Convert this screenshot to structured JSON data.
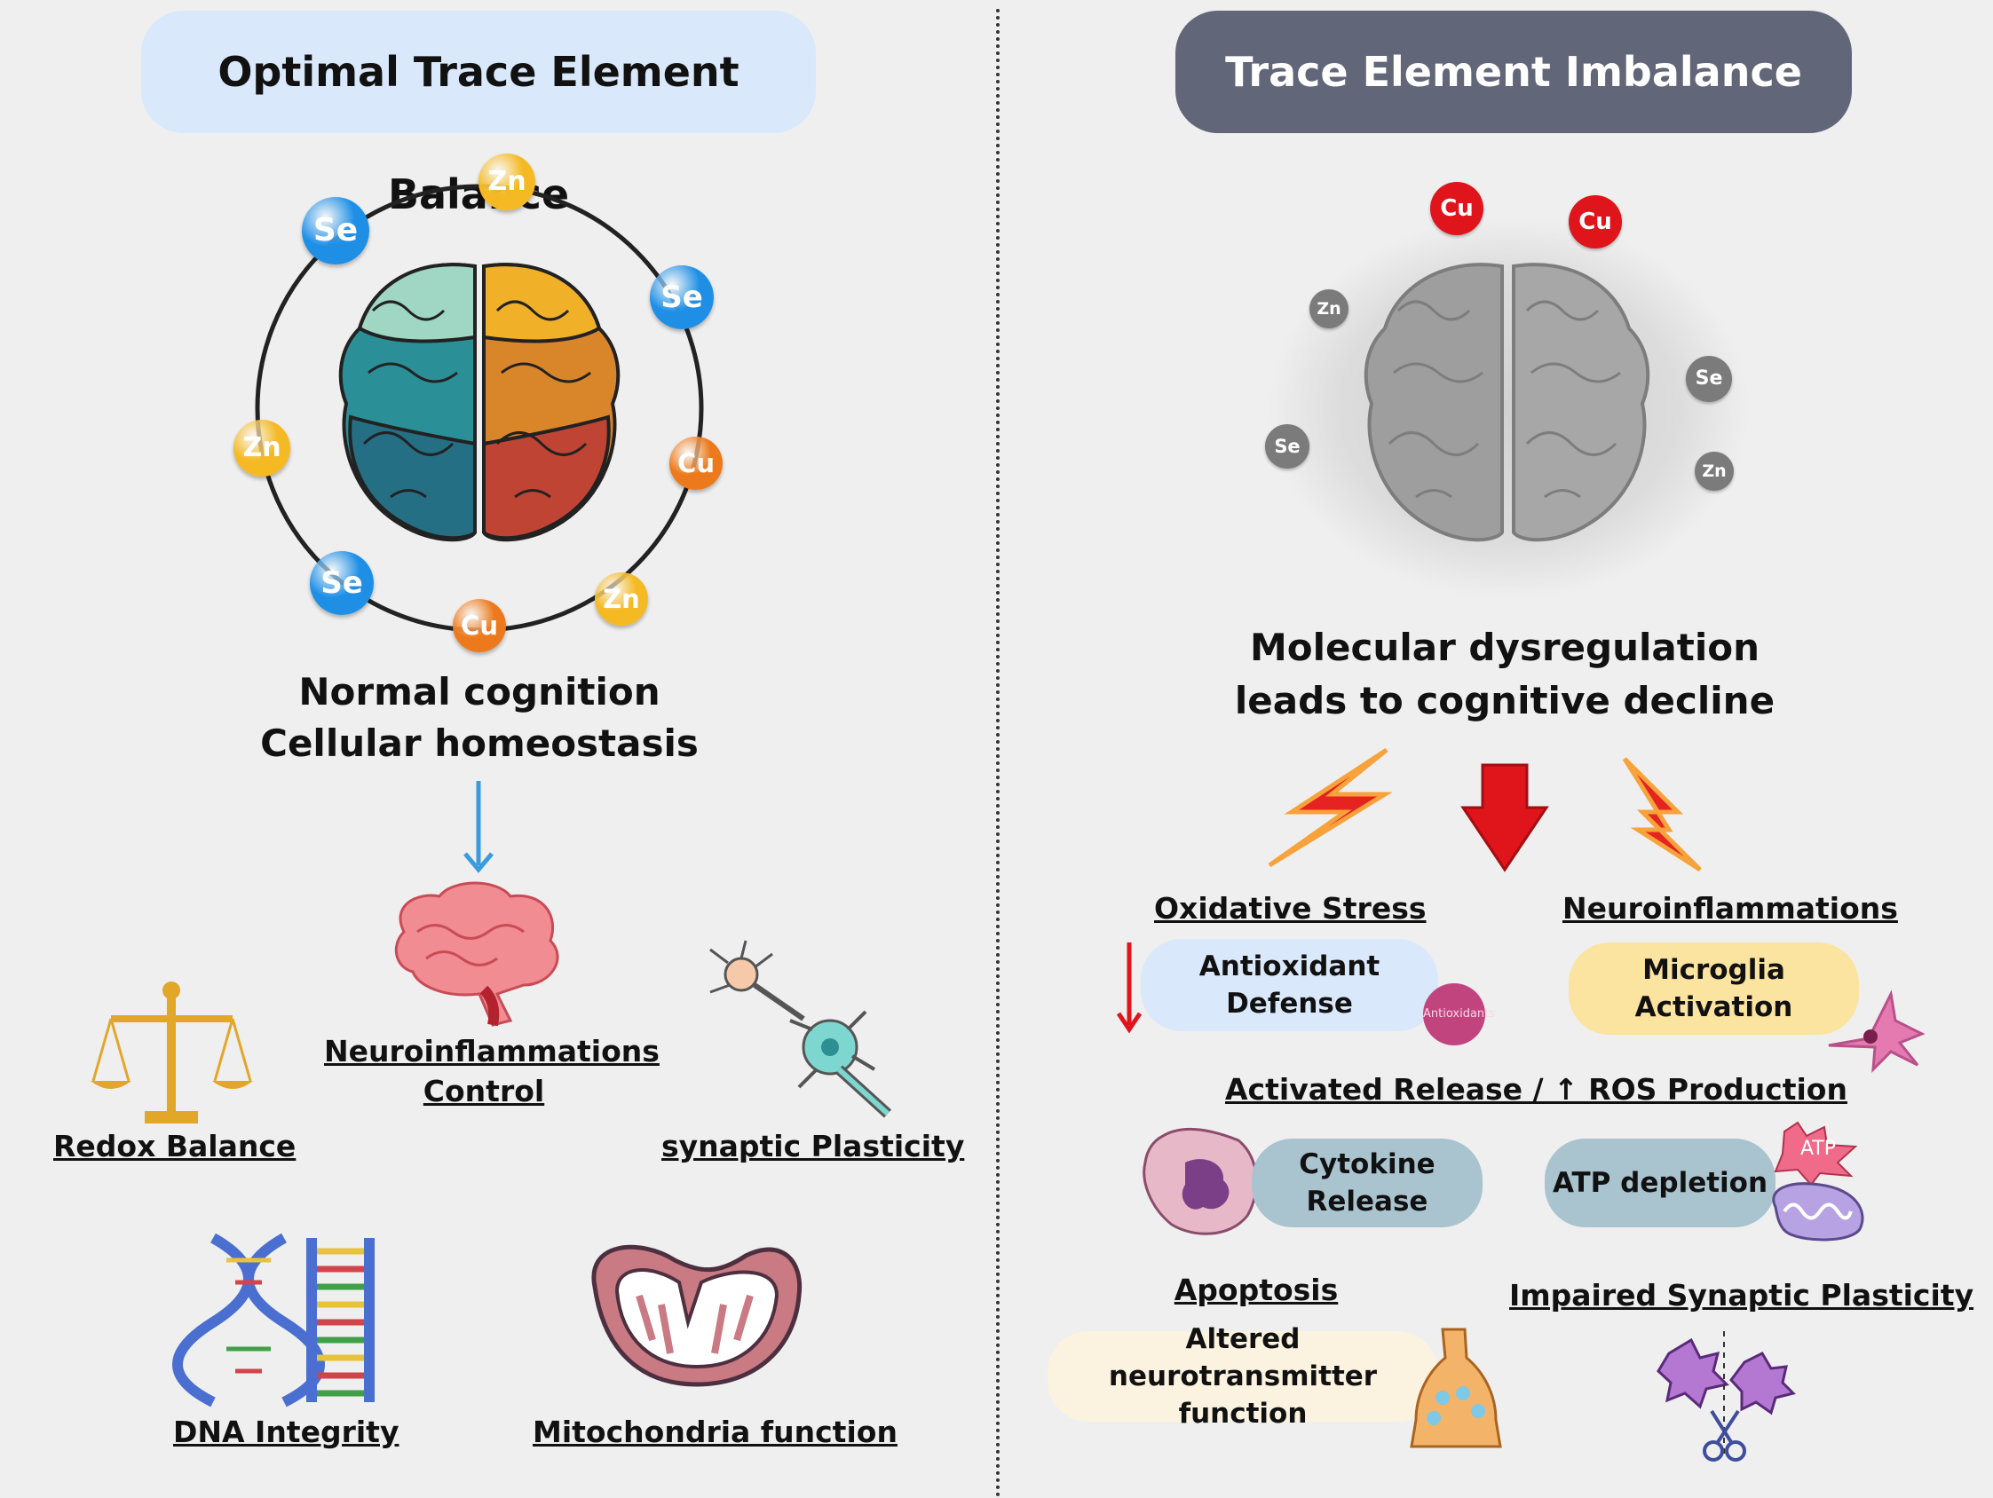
{
  "left": {
    "title": "Optimal Trace Element Balance",
    "heading_line1": "Normal cognition",
    "heading_line2": "Cellular homeostasis",
    "ring_elements": [
      {
        "symbol": "Zn",
        "color": "#f5b923"
      },
      {
        "symbol": "Se",
        "color": "#1f8fe6"
      },
      {
        "symbol": "Se",
        "color": "#1f8fe6"
      },
      {
        "symbol": "Zn",
        "color": "#f5b923"
      },
      {
        "symbol": "Cu",
        "color": "#ec7a1c"
      },
      {
        "symbol": "Se",
        "color": "#1f8fe6"
      },
      {
        "symbol": "Cu",
        "color": "#ec7a1c"
      },
      {
        "symbol": "Zn",
        "color": "#f5b923"
      }
    ],
    "outcomes": {
      "neuro_line1": "Neuroinflammations ",
      "neuro_line2": "Control",
      "redox": "Redox Balance",
      "synaptic": "synaptic Plasticity",
      "dna": "DNA Integrity",
      "mito": "Mitochondria function"
    }
  },
  "right": {
    "title": "Trace Element Imbalance",
    "heading_line1": "Molecular dysregulation",
    "heading_line2": "leads to cognitive decline",
    "scattered_elements": [
      {
        "symbol": "Cu",
        "color": "#e0141b"
      },
      {
        "symbol": "Cu",
        "color": "#e0141b"
      },
      {
        "symbol": "Zn",
        "color": "#7b7b7b"
      },
      {
        "symbol": "Se",
        "color": "#7b7b7b"
      },
      {
        "symbol": "Se",
        "color": "#7b7b7b"
      },
      {
        "symbol": "Zn",
        "color": "#7b7b7b"
      }
    ],
    "oxidative_stress": "Oxidative Stress",
    "neuroinflammations": "Neuroinflammations ",
    "antioxidant_defense": "Antioxidant Defense",
    "antioxidants_badge": "Antioxidants",
    "microglia_activation": "Microglia Activation",
    "activated_release": "Activated Release / ↑ ROS Production",
    "cytokine_line1": "Cytokine",
    "cytokine_line2": "Release",
    "atp_depletion": "ATP depletion",
    "atp_badge": "ATP",
    "apoptosis": "Apoptosis ",
    "impaired_synaptic": "Impaired Synaptic Plasticity",
    "altered_line1": "Altered neurotransmitter",
    "altered_line2": "function"
  },
  "colors": {
    "left_title_bg": "#d9e8fb",
    "right_title_bg": "#626679",
    "arrow_blue": "#3a9be0",
    "red": "#e0141b"
  }
}
